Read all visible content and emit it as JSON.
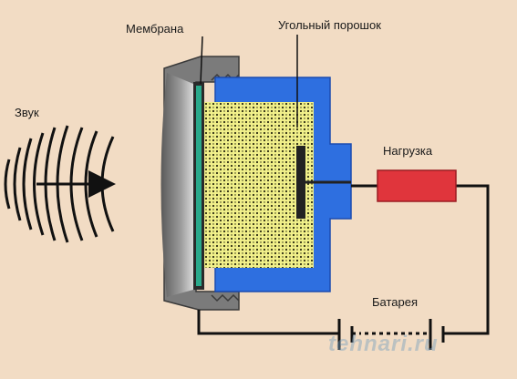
{
  "labels": {
    "sound": "Звук",
    "membrane": "Мембрана",
    "carbon_powder": "Угольный порошок",
    "load": "Нагрузка",
    "battery": "Батарея"
  },
  "watermark": "tehnari.ru",
  "colors": {
    "background": "#f2dcc4",
    "housing": "#2e6fe0",
    "carbon_powder": "#f1f08a",
    "powder_dots": "#2a2a10",
    "metal_frame": "#7b7b7b",
    "load": "#e0353c",
    "wire": "#111111"
  }
}
